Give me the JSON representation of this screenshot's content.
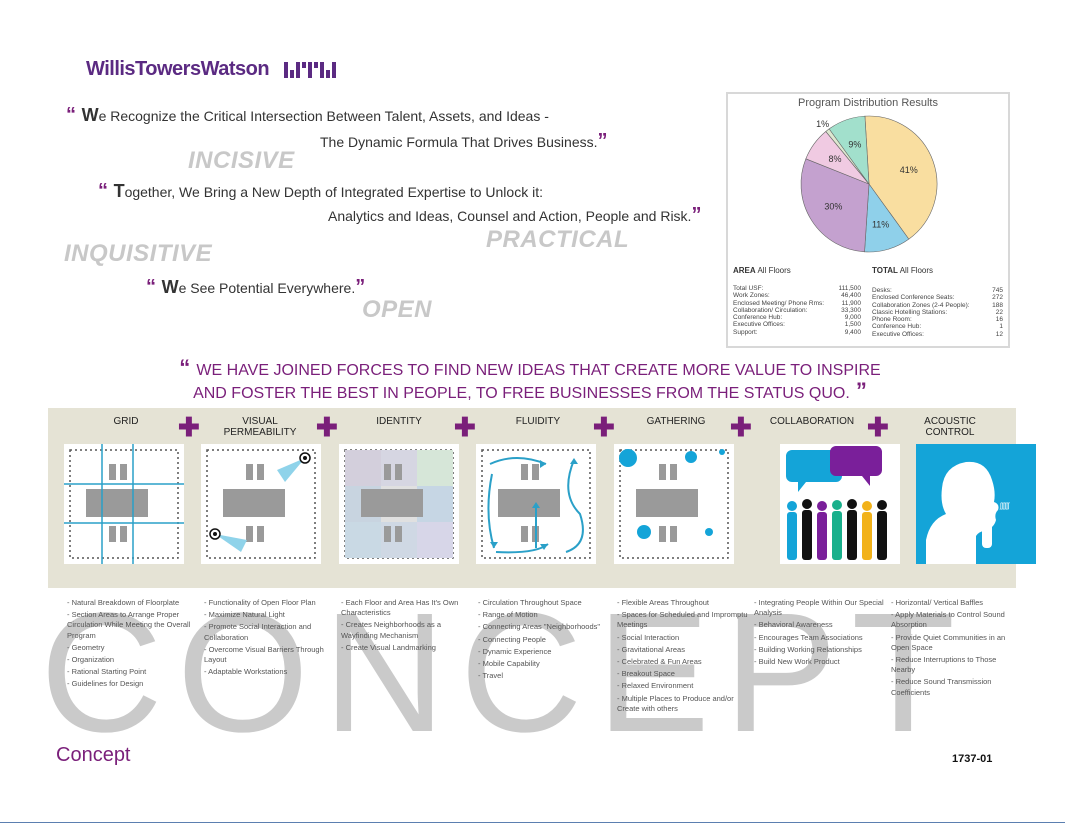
{
  "brand": {
    "name": "WillisTowersWatson",
    "mark": "I.I'I'I.I"
  },
  "quotes": [
    {
      "cap": "W",
      "line1": "e Recognize the Critical Intersection Between Talent, Assets, and Ideas -",
      "line2": "The Dynamic Formula That Drives Business."
    },
    {
      "cap": "T",
      "line1": "ogether, We Bring a New Depth of Integrated Expertise to Unlock it:",
      "line2": "Analytics and Ideas, Counsel and Action, People and Risk."
    },
    {
      "cap": "W",
      "line1": "e See Potential Everywhere.",
      "line2": ""
    }
  ],
  "keywords": {
    "incisive": "INCISIVE",
    "practical": "PRACTICAL",
    "inquisitive": "INQUISITIVE",
    "open": "OPEN"
  },
  "mission": {
    "line1": "WE HAVE JOINED FORCES TO FIND NEW IDEAS THAT CREATE MORE VALUE TO INSPIRE",
    "line2": "AND FOSTER THE BEST IN PEOPLE, TO FREE BUSINESSES FROM THE STATUS QUO."
  },
  "chart_data": {
    "type": "pie",
    "title": "Program Distribution Results",
    "labels": [
      "41%",
      "11%",
      "30%",
      "8%",
      "1%",
      "9%"
    ],
    "values": [
      41,
      11,
      30,
      8,
      1,
      9
    ],
    "colors": [
      "#f9dea0",
      "#8fd0ea",
      "#c4a1cf",
      "#f0cae2",
      "#dde8d0",
      "#a2e0cc"
    ]
  },
  "area": {
    "heading_bold": "AREA",
    "heading_rest": " All Floors",
    "rows": [
      {
        "label": "Total USF:",
        "value": "111,500"
      },
      {
        "label": "Work Zones:",
        "value": "46,400"
      },
      {
        "label": "Enclosed Meeting/ Phone Rms:",
        "value": "11,900"
      },
      {
        "label": "Collaboration/ Circulation:",
        "value": "33,300"
      },
      {
        "label": "Conference Hub:",
        "value": "9,000"
      },
      {
        "label": "Executive Offices:",
        "value": "1,500"
      },
      {
        "label": "Support:",
        "value": "9,400"
      }
    ]
  },
  "total": {
    "heading_bold": "TOTAL",
    "heading_rest": " All Floors",
    "rows": [
      {
        "label": "Desks:",
        "value": "745"
      },
      {
        "label": "Enclosed Conference Seats:",
        "value": "272"
      },
      {
        "label": "Collaboration Zones (2-4 People):",
        "value": "188"
      },
      {
        "label": "Classic Hotelling Stations:",
        "value": "22"
      },
      {
        "label": "Phone Room:",
        "value": "16"
      },
      {
        "label": "Conference Hub:",
        "value": "1"
      },
      {
        "label": "Executive Offices:",
        "value": "12"
      }
    ]
  },
  "concepts": [
    {
      "title": "GRID",
      "title2": "",
      "items": [
        "- Natural Breakdown of Floorplate",
        "- Section Areas to Arrange Proper Circulation While Meeting the Overall Program",
        "- Geometry",
        "- Organization",
        "- Rational Starting Point",
        "- Guidelines for Design"
      ]
    },
    {
      "title": "VISUAL",
      "title2": "PERMEABILITY",
      "items": [
        "- Functionality of Open Floor Plan",
        "- Maximize Natural Light",
        "- Promote Social Interaction and Collaboration",
        "- Overcome Visual Barriers Through Layout",
        "- Adaptable Workstations"
      ]
    },
    {
      "title": "IDENTITY",
      "title2": "",
      "items": [
        "- Each Floor and Area Has It's Own Characteristics",
        "- Creates Neighborhoods as a Wayfinding Mechanism",
        "- Create Visual Landmarking"
      ]
    },
    {
      "title": "FLUIDITY",
      "title2": "",
      "items": [
        "- Circulation Throughout Space",
        "- Range of Motion",
        "- Connecting Areas \"Neighborhoods\"",
        "- Connecting People",
        "- Dynamic Experience",
        "- Mobile Capability",
        "- Travel"
      ]
    },
    {
      "title": "GATHERING",
      "title2": "",
      "items": [
        "- Flexible Areas Throughout",
        "- Spaces for Scheduled and Impromptu Meetings",
        "- Social Interaction",
        "- Gravitational Areas",
        "- Celebrated & Fun Areas",
        "- Breakout Space",
        "- Relaxed Environment",
        "- Multiple Places to Produce and/or Create with others"
      ]
    },
    {
      "title": "COLLABORATION",
      "title2": "",
      "items": [
        "- Integrating People Within Our Special Analysis",
        "- Behavioral Awareness",
        "- Encourages Team Associations",
        "- Building Working Relationships",
        "- Build New Work Product"
      ]
    },
    {
      "title": "ACOUSTIC",
      "title2": "CONTROL",
      "items": [
        "- Horizontal/ Vertical Baffles",
        "- Apply Materials to Control Sound Absorption",
        "- Provide Quiet Communities in an Open Space",
        "- Reduce Interruptions to Those Nearby",
        "- Reduce Sound Transmission Coefficients"
      ]
    }
  ],
  "watermark": "CONCEPT",
  "footer": {
    "label": "Concept",
    "doc_number": "1737-01"
  },
  "colors": {
    "brand_purple": "#5b2a82",
    "accent_purple": "#7a1f7a",
    "band": "#e5e3d5"
  }
}
